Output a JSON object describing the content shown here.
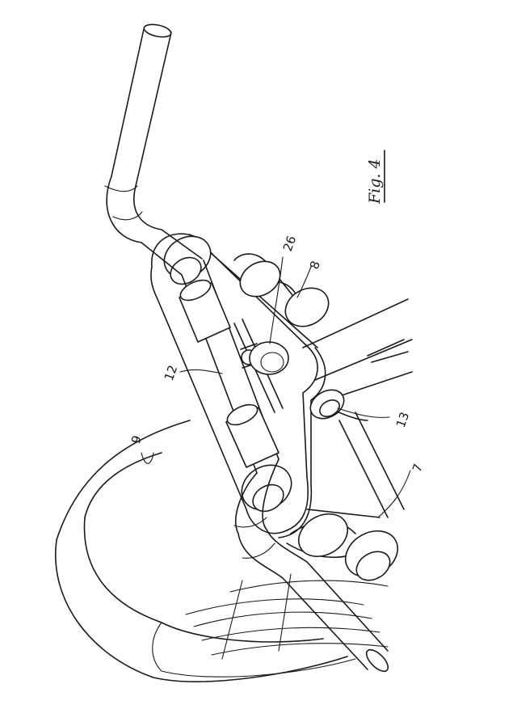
{
  "figure": {
    "label": "Fig. 4"
  },
  "reference_numerals": [
    {
      "id": "ref-9",
      "text": "9"
    },
    {
      "id": "ref-12",
      "text": "12"
    },
    {
      "id": "ref-26",
      "text": "26"
    },
    {
      "id": "ref-8",
      "text": "8"
    },
    {
      "id": "ref-13",
      "text": "13"
    },
    {
      "id": "ref-7",
      "text": "7"
    }
  ]
}
